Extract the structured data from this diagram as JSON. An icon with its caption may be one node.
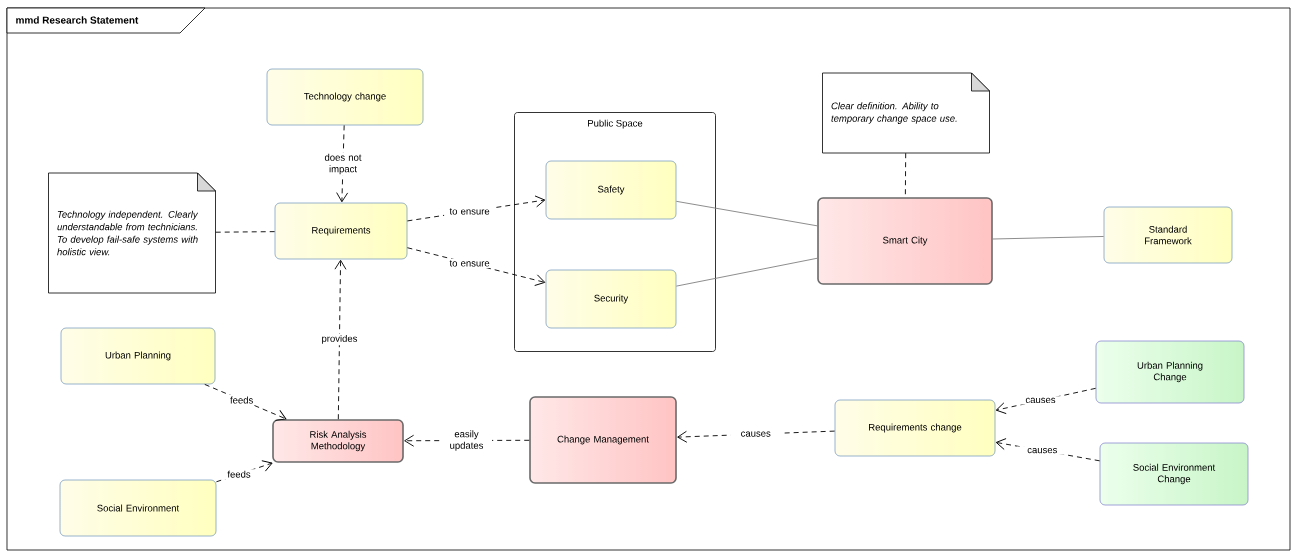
{
  "diagram": {
    "title": "mmd Research Statement",
    "nodes": [
      {
        "text": [
          "Technology change"
        ]
      },
      {
        "text": [
          "Technology independent. Clearly understandable from technicians. To develop fail-safe systems with holistic view."
        ]
      },
      {
        "text": [
          "Requirements"
        ]
      },
      {
        "text": [
          "Public Space"
        ]
      },
      {
        "text": [
          "Safety"
        ],
        "in": 3
      },
      {
        "text": [
          "Security"
        ],
        "in": 3
      },
      {
        "text": [
          "Clear definition. Ability to temporary change space use."
        ]
      },
      {
        "text": [
          "Smart City"
        ]
      },
      {
        "text": [
          "Standard Framework"
        ]
      },
      {
        "text": [
          "Urban Planning"
        ]
      },
      {
        "text": [
          "Urban Planning Change"
        ]
      },
      {
        "text": [
          "Risk Analysis Methodology"
        ]
      },
      {
        "text": [
          "Change Management"
        ]
      },
      {
        "text": [
          "Requirements change"
        ]
      },
      {
        "text": [
          "Social Environment Change"
        ]
      },
      {
        "text": [
          "Social Environment"
        ]
      }
    ],
    "edges": [
      {
        "from": 0,
        "to": 2,
        "arrow": "to",
        "label": "does not impact",
        "style": "dashed"
      },
      {
        "from": 1,
        "to": 2,
        "arrow": "none",
        "style": "dashed"
      },
      {
        "from": 2,
        "to": 4,
        "arrow": "to",
        "label": "to ensure",
        "style": "dashed"
      },
      {
        "from": 2,
        "to": 5,
        "arrow": "to",
        "label": "to ensure",
        "style": "dashed"
      },
      {
        "from": 4,
        "to": 7,
        "arrow": "none",
        "color": "#808080"
      },
      {
        "from": 5,
        "to": 7,
        "arrow": "none",
        "color": "#808080"
      },
      {
        "from": 6,
        "to": 7,
        "arrow": "none",
        "style": "dashed"
      },
      {
        "from": 7,
        "to": 8,
        "arrow": "none",
        "color": "#808080"
      },
      {
        "from": 11,
        "to": 2,
        "arrow": "to",
        "label": "provides",
        "style": "dashed"
      },
      {
        "from": 9,
        "to": 11,
        "arrow": "to",
        "label": "feeds",
        "style": "dashed"
      },
      {
        "from": 15,
        "to": 11,
        "arrow": "to",
        "label": "feeds",
        "style": "dashed"
      },
      {
        "from": 12,
        "to": 11,
        "arrow": "to",
        "label": "easily updates",
        "style": "dashed"
      },
      {
        "from": 13,
        "to": 12,
        "arrow": "to",
        "label": "causes",
        "style": "dashed"
      },
      {
        "from": 10,
        "to": 13,
        "arrow": "to",
        "label": "causes",
        "style": "dashed"
      },
      {
        "from": 14,
        "to": 13,
        "arrow": "to",
        "label": "causes",
        "style": "dashed"
      }
    ]
  }
}
